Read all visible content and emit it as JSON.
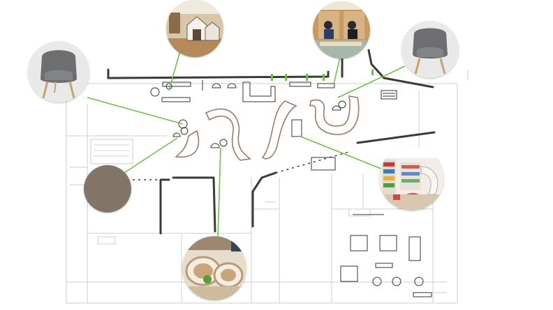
{
  "diagram": {
    "type": "floor-plan-moodboard",
    "colors": {
      "leader_line": "#6dc04a",
      "wall": "#3a3a3a",
      "curved_seating": "#9b7a66",
      "faint_linework": "#c9cdd0",
      "background": "#ffffff"
    },
    "callouts": [
      {
        "name": "playhouse-reading-nook",
        "icon": "photo"
      },
      {
        "name": "study-carrels",
        "icon": "photo"
      },
      {
        "name": "armchair-left",
        "icon": "photo"
      },
      {
        "name": "armchair-right",
        "icon": "photo"
      },
      {
        "name": "fabric-swatch",
        "icon": "photo"
      },
      {
        "name": "library-bookshelves",
        "icon": "photo"
      },
      {
        "name": "round-reading-pods",
        "icon": "photo"
      }
    ]
  }
}
